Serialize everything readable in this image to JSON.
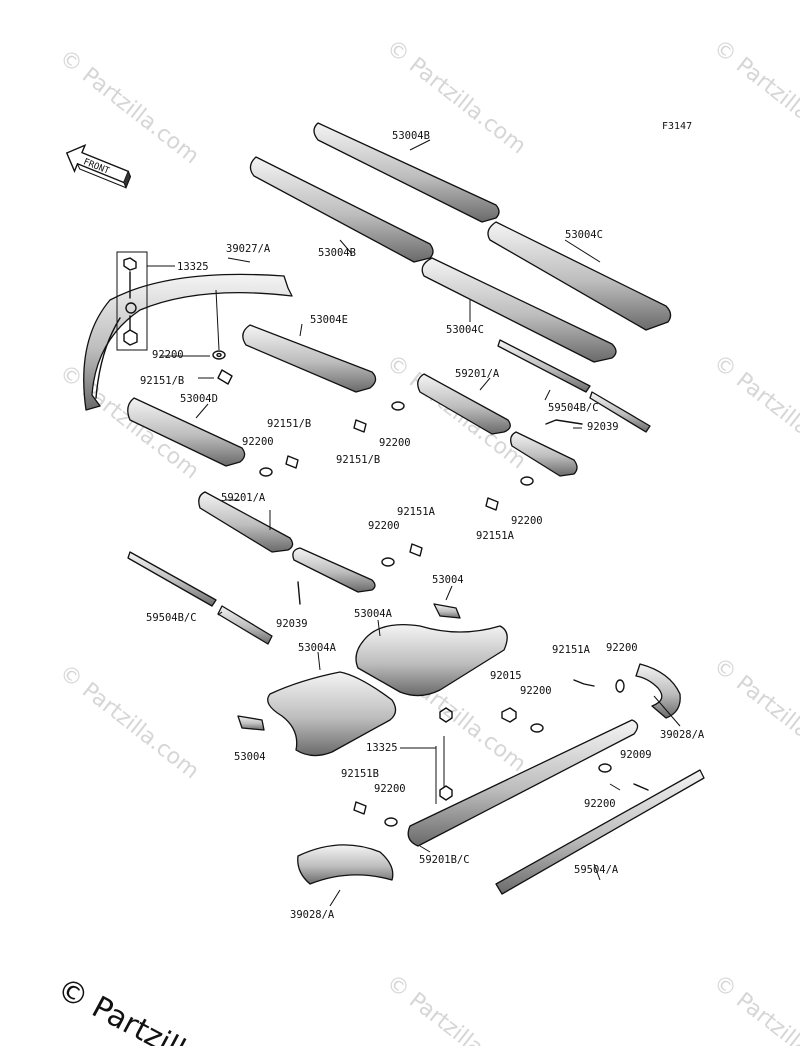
{
  "diagram_code": "F3147",
  "front_label": "FRONT",
  "watermark_text": "© Partzilla.com",
  "footer_watermark": "© Partzilla",
  "part_labels": [
    {
      "id": "lbl-53004B-top",
      "text": "53004B"
    },
    {
      "id": "lbl-53004B-mid",
      "text": "53004B"
    },
    {
      "id": "lbl-53004C-right",
      "text": "53004C"
    },
    {
      "id": "lbl-53004C-mid",
      "text": "53004C"
    },
    {
      "id": "lbl-39027A",
      "text": "39027/A"
    },
    {
      "id": "lbl-13325-top",
      "text": "13325"
    },
    {
      "id": "lbl-53004E",
      "text": "53004E"
    },
    {
      "id": "lbl-92200-a",
      "text": "92200"
    },
    {
      "id": "lbl-92151B-a",
      "text": "92151/B"
    },
    {
      "id": "lbl-53004D",
      "text": "53004D"
    },
    {
      "id": "lbl-59201A-right",
      "text": "59201/A"
    },
    {
      "id": "lbl-59504BC-right",
      "text": "59504B/C"
    },
    {
      "id": "lbl-92039-right",
      "text": "92039"
    },
    {
      "id": "lbl-92151B-b",
      "text": "92151/B"
    },
    {
      "id": "lbl-92200-b",
      "text": "92200"
    },
    {
      "id": "lbl-92151B-c",
      "text": "92151/B"
    },
    {
      "id": "lbl-92200-c",
      "text": "92200"
    },
    {
      "id": "lbl-92200-d",
      "text": "92200"
    },
    {
      "id": "lbl-92151A-a",
      "text": "92151A"
    },
    {
      "id": "lbl-59201A-left",
      "text": "59201/A"
    },
    {
      "id": "lbl-92200-e",
      "text": "92200"
    },
    {
      "id": "lbl-92151A-b",
      "text": "92151A"
    },
    {
      "id": "lbl-53004-top",
      "text": "53004"
    },
    {
      "id": "lbl-59504BC-left",
      "text": "59504B/C"
    },
    {
      "id": "lbl-92039-left",
      "text": "92039"
    },
    {
      "id": "lbl-53004A-right",
      "text": "53004A"
    },
    {
      "id": "lbl-53004A-left",
      "text": "53004A"
    },
    {
      "id": "lbl-92151A-c",
      "text": "92151A"
    },
    {
      "id": "lbl-92200-f",
      "text": "92200"
    },
    {
      "id": "lbl-92015",
      "text": "92015"
    },
    {
      "id": "lbl-92200-g",
      "text": "92200"
    },
    {
      "id": "lbl-39028A-right",
      "text": "39028/A"
    },
    {
      "id": "lbl-53004-bottom",
      "text": "53004"
    },
    {
      "id": "lbl-13325-bottom",
      "text": "13325"
    },
    {
      "id": "lbl-92009",
      "text": "92009"
    },
    {
      "id": "lbl-92151B-d",
      "text": "92151B"
    },
    {
      "id": "lbl-92200-h",
      "text": "92200"
    },
    {
      "id": "lbl-92200-i",
      "text": "92200"
    },
    {
      "id": "lbl-59201BC",
      "text": "59201B/C"
    },
    {
      "id": "lbl-59504A",
      "text": "59504/A"
    },
    {
      "id": "lbl-39028A-bottom",
      "text": "39028/A"
    }
  ]
}
